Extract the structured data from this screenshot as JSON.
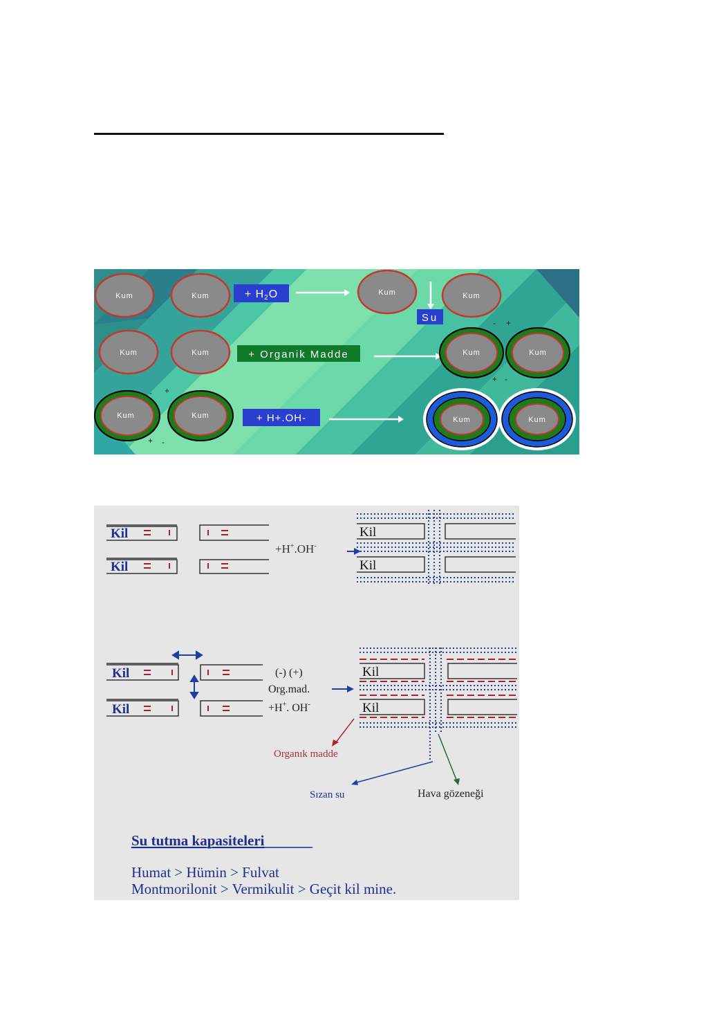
{
  "figure1": {
    "particle_label": "Kum",
    "water_label": "+ H2O",
    "water_sub": "2",
    "drop_label": "Su",
    "organic_label": "+ Organik Madde",
    "ions_label": "+ H+.OH-",
    "charges": {
      "minus": "-",
      "plus": "+"
    },
    "colors": {
      "particle_fill": "#8a8a8a",
      "particle_rim": "#c0392b",
      "organic_ring": "#1d7a1d",
      "water_ring": "#1e5bd8",
      "label_bg_blue": "#2a3fd0",
      "label_bg_green": "#0f7a2a"
    }
  },
  "figure2": {
    "clay_label": "Kil",
    "ions_top": "+H+.OH-",
    "charge_pair": "(-) (+)",
    "org_short": "Org.mad.",
    "ions_bottom": "+H+. OH-",
    "organic_matter": "Organık madde",
    "seepage_water": "Sızan su",
    "air_pore": "Hava gözeneği",
    "heading": "Su tutma kapasiteleri",
    "line1": "Humat > Hümin > Fulvat",
    "line2": "Montmorilonit > Vermikulit > Geçit kil mine."
  }
}
